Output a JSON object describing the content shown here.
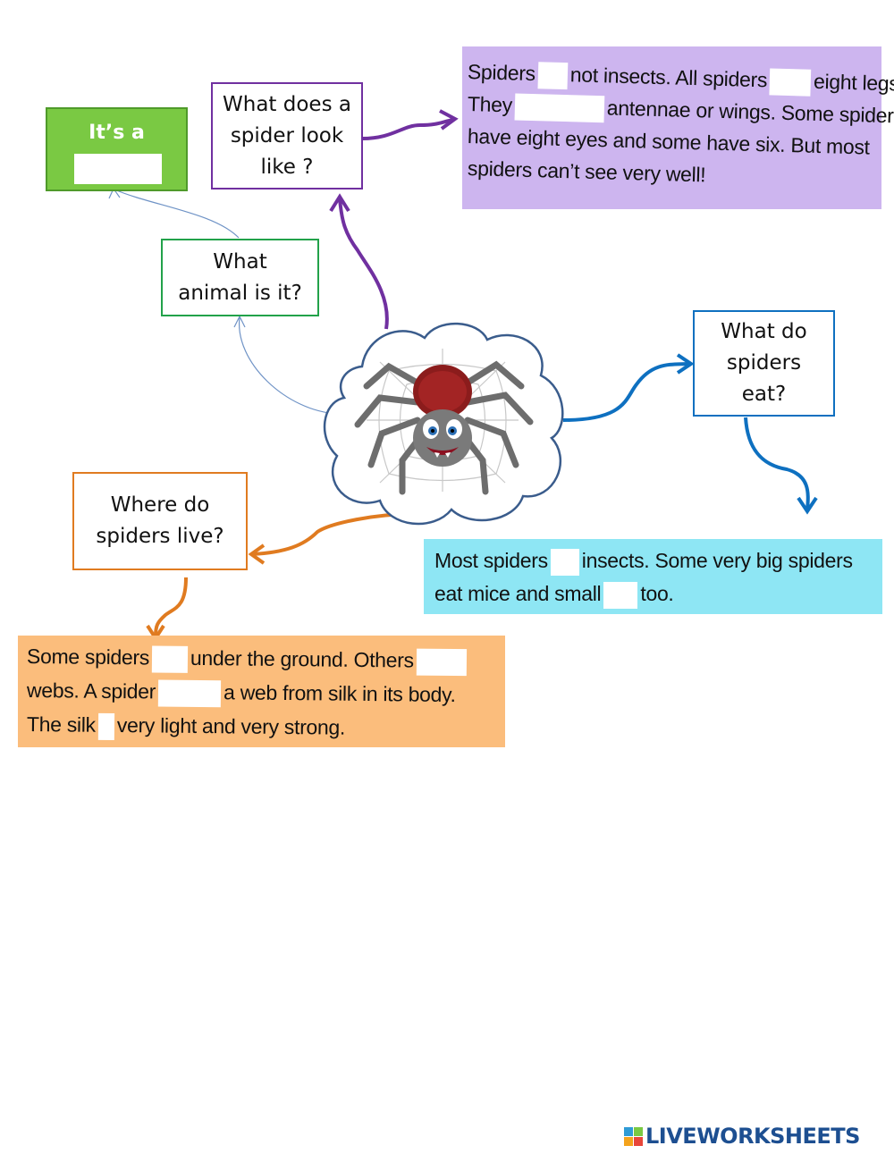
{
  "colors": {
    "green": "#7ac943",
    "purple": "#7030a0",
    "blue": "#0e70c0",
    "orange": "#e07b20",
    "lavender": "#cdb5ef",
    "cyan": "#8ee6f4",
    "peach": "#fbbd7c",
    "thin_blue": "#6f93c6"
  },
  "answer_box": {
    "title": "It’s a"
  },
  "questions": {
    "look_like": "What does a spider look like ?",
    "animal": "What animal is it?",
    "eat": "What do spiders eat?",
    "live": "Where do spiders live?"
  },
  "texts": {
    "look_like": {
      "l1a": "Spiders",
      "l1b": "not insects. All spiders",
      "l1c": "eight legs.",
      "l2a": "They",
      "l2b": "antennae or wings. Some spiders",
      "l3": "have eight eyes and some have six. But most",
      "l4": "spiders can’t see very well!"
    },
    "eat": {
      "l1a": "Most spiders",
      "l1b": "insects. Some very big spiders",
      "l2a": "eat mice and small",
      "l2b": "too."
    },
    "live": {
      "l1a": "Some spiders",
      "l1b": "under the ground. Others",
      "l2a": "webs. A spider",
      "l2b": "a web from silk in its body.",
      "l3a": "The silk",
      "l3b": "very light and very strong."
    }
  },
  "branding": {
    "logo_text": "LIVEWORKSHEETS"
  }
}
